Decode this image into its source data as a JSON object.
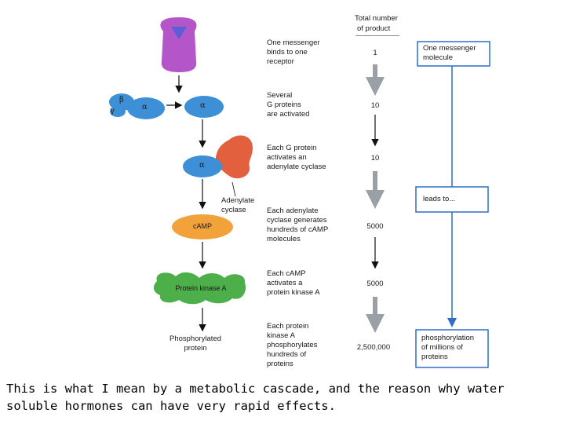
{
  "header": {
    "total_number_line1": "Total number",
    "total_number_line2": "of product"
  },
  "steps": [
    {
      "text": "One messenger\nbinds to one\nreceptor",
      "count": "1"
    },
    {
      "text": "Several\nG proteins\nare activated",
      "count": "10"
    },
    {
      "text": "Each G protein\nactivates an\nadenylate cyclase",
      "count": "10"
    },
    {
      "text": "Each adenylate\ncyclase generates\nhundreds of cAMP\nmolecules",
      "count": "5000"
    },
    {
      "text": "Each cAMP\nactivates a\nprotein kinase A",
      "count": "5000"
    },
    {
      "text": "Each protein\nkinase A\nphosphorylates\nhundreds of\nproteins",
      "count": "2,500,000"
    }
  ],
  "molecules": {
    "beta": "β",
    "alpha": "α",
    "gamma": "γ",
    "adenylate_cyclase": "Adenylate\ncyclase",
    "camp": "cAMP",
    "pka": "Protein kinase A",
    "phosphorylated": "Phosphorylated\nprotein"
  },
  "right_boxes": {
    "top": "One messenger\nmolecule",
    "middle": "leads to...",
    "bottom": "phosphorylation\nof millions of\nproteins"
  },
  "colors": {
    "messenger": "#b455c9",
    "receptor_tip": "#5a5fd6",
    "g_protein": "#3d8fd6",
    "adenylate_cyclase": "#e2603d",
    "camp": "#f2a23a",
    "pka": "#4daf4a",
    "box_border": "#2f6fc7",
    "cascade_arrow": "#9aa0a6"
  },
  "caption": "This is what I mean by a metabolic cascade, and the reason why water soluble hormones can have very rapid effects."
}
